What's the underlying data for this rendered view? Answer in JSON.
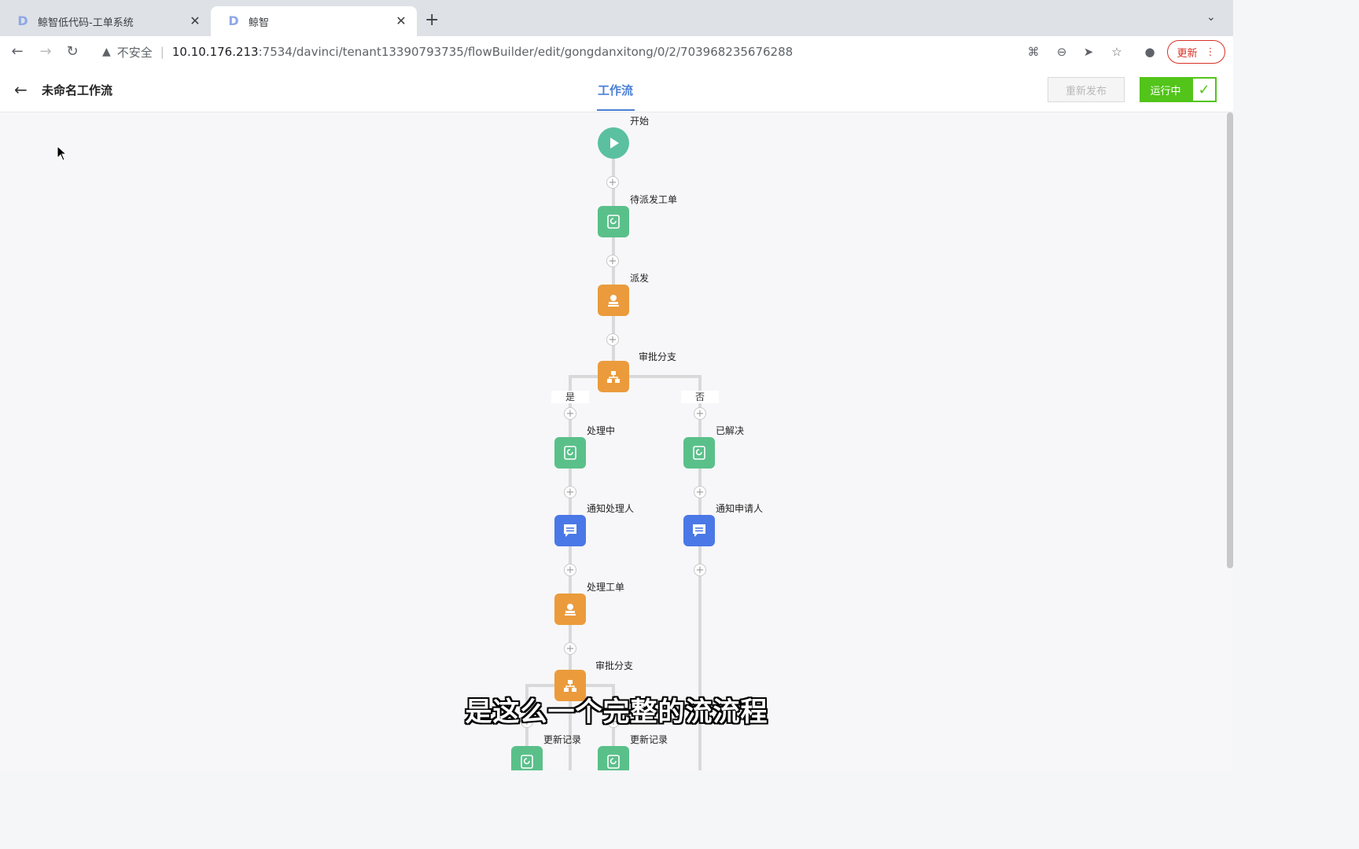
{
  "browser": {
    "tabs": [
      {
        "favicon": "D",
        "title": "鲸智低代码-工单系统",
        "close": "✕"
      },
      {
        "favicon": "D",
        "title": "鲸智",
        "close": "✕"
      }
    ],
    "new_tab": "+",
    "tab_menu": "⌄",
    "security_label": "不安全",
    "url_host": "10.10.176.213",
    "url_path": ":7534/davinci/tenant13390793735/flowBuilder/edit/gongdanxitong/0/2/703968235676288",
    "update_label": "更新"
  },
  "header": {
    "back": "←",
    "title": "未命名工作流",
    "center_tab": "工作流",
    "republish_label": "重新发布",
    "running_label": "运行中",
    "running_check": "✓"
  },
  "flow": {
    "start": "开始",
    "pending_dispatch": "待派发工单",
    "dispatch": "派发",
    "approval_branch": "审批分支",
    "yes": "是",
    "no": "否",
    "processing": "处理中",
    "resolved": "已解决",
    "notify_handler": "通知处理人",
    "notify_applicant": "通知申请人",
    "handle_ticket": "处理工单",
    "approval_branch_2": "审批分支",
    "update_record_1": "更新记录",
    "update_record_2": "更新记录",
    "plus": "+"
  },
  "subtitle": "是这么一个完整的流流程",
  "colors": {
    "status_node": "#5ac08a",
    "approval_node": "#eb9b3c",
    "notify_node": "#4a78e6",
    "accent": "#4a7fd6",
    "running": "#52c41a"
  }
}
